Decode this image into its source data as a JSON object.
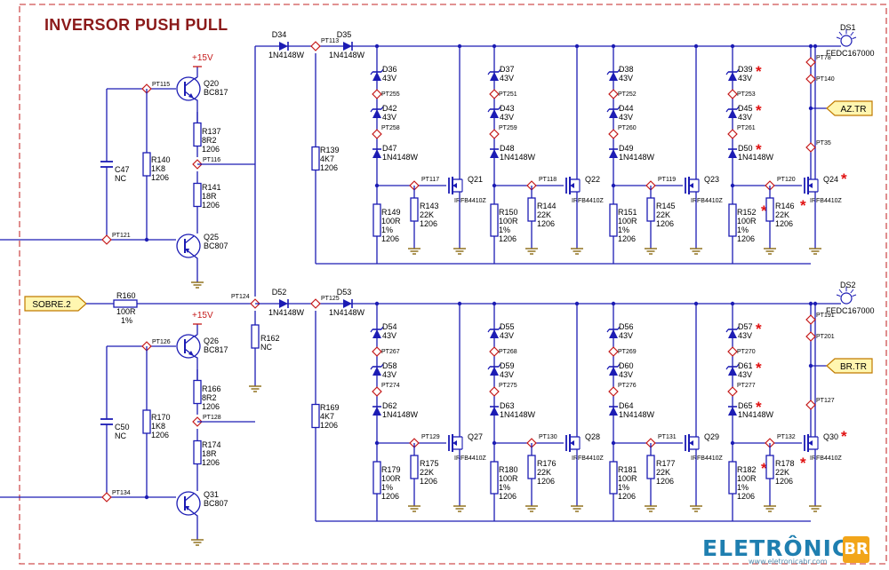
{
  "title": "INVERSOR PUSH PULL",
  "brand": {
    "name": "ELETRÔNICA",
    "badge": "BR",
    "url": "www.eletronicabr.com"
  },
  "supplies": [
    "+15V",
    "+15V"
  ],
  "ports": {
    "sobre": "SOBRE.2",
    "az": "AZ.TR",
    "br": "BR.TR"
  },
  "displays": [
    {
      "ref": "DS1",
      "part": "FEDC167000"
    },
    {
      "ref": "DS2",
      "part": "FEDC167000"
    }
  ],
  "drivers": [
    {
      "q_top": [
        "Q20",
        "BC817"
      ],
      "q_bot": [
        "Q25",
        "BC807"
      ],
      "r_a": [
        "R137",
        "8R2",
        "1206"
      ],
      "r_b": [
        "R141",
        "18R",
        "1206"
      ],
      "r_base": [
        "R140",
        "1K8",
        "1206"
      ],
      "cap": [
        "C47",
        "NC"
      ],
      "pts": [
        "PT115",
        "PT116",
        "PT121"
      ]
    },
    {
      "q_top": [
        "Q26",
        "BC817"
      ],
      "q_bot": [
        "Q31",
        "BC807"
      ],
      "r_a": [
        "R166",
        "8R2",
        "1206"
      ],
      "r_b": [
        "R174",
        "18R",
        "1206"
      ],
      "r_base": [
        "R170",
        "1K8",
        "1206"
      ],
      "cap": [
        "C50",
        "NC"
      ],
      "pts": [
        "PT126",
        "PT128",
        "PT134"
      ]
    }
  ],
  "input": {
    "r160": [
      "R160",
      "100R",
      "1%"
    ],
    "r162": [
      "R162",
      "NC"
    ],
    "pt": "PT124"
  },
  "banks": [
    {
      "d_a": [
        "D34",
        "1N4148W"
      ],
      "d_b": [
        "D35",
        "1N4148W"
      ],
      "pt_mid": "PT113",
      "r_mid": [
        "R139",
        "4K7",
        "1206"
      ],
      "out_pts": [
        "PT78",
        "PT140",
        "PT35"
      ],
      "stages": [
        {
          "z1": [
            "D36",
            "43V"
          ],
          "z2": [
            "D42",
            "43V"
          ],
          "d": [
            "D47",
            "1N4148W"
          ],
          "pts": [
            "PT255",
            "PT258"
          ],
          "gate": [
            "R149",
            "100R",
            "1%",
            "1206"
          ],
          "gs": [
            "R143",
            "22K",
            "1206"
          ],
          "pt_g": "PT117",
          "q": [
            "Q21",
            "IRFB4410Z"
          ],
          "star": false
        },
        {
          "z1": [
            "D37",
            "43V"
          ],
          "z2": [
            "D43",
            "43V"
          ],
          "d": [
            "D48",
            "1N4148W"
          ],
          "pts": [
            "PT251",
            "PT259"
          ],
          "gate": [
            "R150",
            "100R",
            "1%",
            "1206"
          ],
          "gs": [
            "R144",
            "22K",
            "1206"
          ],
          "pt_g": "PT118",
          "q": [
            "Q22",
            "IRFB4410Z"
          ],
          "star": false
        },
        {
          "z1": [
            "D38",
            "43V"
          ],
          "z2": [
            "D44",
            "43V"
          ],
          "d": [
            "D49",
            "1N4148W"
          ],
          "pts": [
            "PT252",
            "PT260"
          ],
          "gate": [
            "R151",
            "100R",
            "1%",
            "1206"
          ],
          "gs": [
            "R145",
            "22K",
            "1206"
          ],
          "pt_g": "PT119",
          "q": [
            "Q23",
            "IRFB4410Z"
          ],
          "star": false
        },
        {
          "z1": [
            "D39",
            "43V"
          ],
          "z2": [
            "D45",
            "43V"
          ],
          "d": [
            "D50",
            "1N4148W"
          ],
          "pts": [
            "PT253",
            "PT261"
          ],
          "gate": [
            "R152",
            "100R",
            "1%",
            "1206"
          ],
          "gs": [
            "R146",
            "22K",
            "1206"
          ],
          "pt_g": "PT120",
          "q": [
            "Q24",
            "IRFB4410Z"
          ],
          "star": true
        }
      ]
    },
    {
      "d_a": [
        "D52",
        "1N4148W"
      ],
      "d_b": [
        "D53",
        "1N4148W"
      ],
      "pt_mid": "PT125",
      "r_mid": [
        "R169",
        "4K7",
        "1206"
      ],
      "out_pts": [
        "PT191",
        "PT201",
        "PT127"
      ],
      "stages": [
        {
          "z1": [
            "D54",
            "43V"
          ],
          "z2": [
            "D58",
            "43V"
          ],
          "d": [
            "D62",
            "1N4148W"
          ],
          "pts": [
            "PT267",
            "PT274"
          ],
          "gate": [
            "R179",
            "100R",
            "1%",
            "1206"
          ],
          "gs": [
            "R175",
            "22K",
            "1206"
          ],
          "pt_g": "PT129",
          "q": [
            "Q27",
            "IRFB4410Z"
          ],
          "star": false
        },
        {
          "z1": [
            "D55",
            "43V"
          ],
          "z2": [
            "D59",
            "43V"
          ],
          "d": [
            "D63",
            "1N4148W"
          ],
          "pts": [
            "PT268",
            "PT275"
          ],
          "gate": [
            "R180",
            "100R",
            "1%",
            "1206"
          ],
          "gs": [
            "R176",
            "22K",
            "1206"
          ],
          "pt_g": "PT130",
          "q": [
            "Q28",
            "IRFB4410Z"
          ],
          "star": false
        },
        {
          "z1": [
            "D56",
            "43V"
          ],
          "z2": [
            "D60",
            "43V"
          ],
          "d": [
            "D64",
            "1N4148W"
          ],
          "pts": [
            "PT269",
            "PT276"
          ],
          "gate": [
            "R181",
            "100R",
            "1%",
            "1206"
          ],
          "gs": [
            "R177",
            "22K",
            "1206"
          ],
          "pt_g": "PT131",
          "q": [
            "Q29",
            "IRFB4410Z"
          ],
          "star": false
        },
        {
          "z1": [
            "D57",
            "43V"
          ],
          "z2": [
            "D61",
            "43V"
          ],
          "d": [
            "D65",
            "1N4148W"
          ],
          "pts": [
            "PT270",
            "PT277"
          ],
          "gate": [
            "R182",
            "100R",
            "1%",
            "1206"
          ],
          "gs": [
            "R178",
            "22K",
            "1206"
          ],
          "pt_g": "PT132",
          "q": [
            "Q30",
            "IRFB4410Z"
          ],
          "star": true
        }
      ]
    }
  ],
  "colors": {
    "wire": "#1c1cb4",
    "part": "#1c1cb4",
    "label": "#000000",
    "pt": "#c51a1a",
    "star": "#e01010",
    "border": "#d05050",
    "port_fill": "#fff6b0",
    "port_stroke": "#c07a00",
    "gnd": "#8a6a10",
    "title": "#8b1a1a"
  }
}
